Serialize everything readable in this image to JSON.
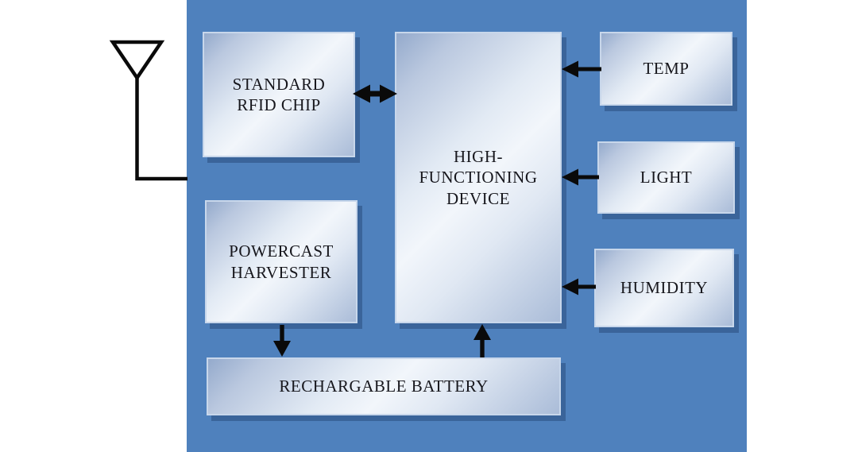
{
  "diagram": {
    "type": "block-diagram",
    "blocks": {
      "rfid": {
        "label": "STANDARD\nRFID CHIP"
      },
      "device": {
        "label": "HIGH-\nFUNCTIONING\nDEVICE"
      },
      "temp": {
        "label": "TEMP"
      },
      "light": {
        "label": "LIGHT"
      },
      "humidity": {
        "label": "HUMIDITY"
      },
      "harvester": {
        "label": "POWERCAST\nHARVESTER"
      },
      "battery": {
        "label": "RECHARGABLE BATTERY"
      }
    },
    "icons": {
      "antenna": "antenna-icon"
    },
    "connections": [
      {
        "from": "antenna",
        "to": "panel-left-edge",
        "type": "line"
      },
      {
        "from": "rfid",
        "to": "device",
        "type": "bidirectional-arrow"
      },
      {
        "from": "temp",
        "to": "device",
        "type": "arrow"
      },
      {
        "from": "light",
        "to": "device",
        "type": "arrow"
      },
      {
        "from": "humidity",
        "to": "device",
        "type": "arrow"
      },
      {
        "from": "harvester",
        "to": "battery",
        "type": "arrow"
      },
      {
        "from": "battery",
        "to": "device",
        "type": "arrow"
      }
    ],
    "colors": {
      "panel_blue": "#4f81bd",
      "box_border": "#c8d7eb",
      "box_gradient_dark": "#94aacc",
      "box_gradient_light": "#f2f6fb",
      "box_shadow": "rgba(21,46,90,0.35)",
      "arrow_black": "#0a0a0a",
      "text": "#16161c",
      "background": "#ffffff"
    }
  }
}
